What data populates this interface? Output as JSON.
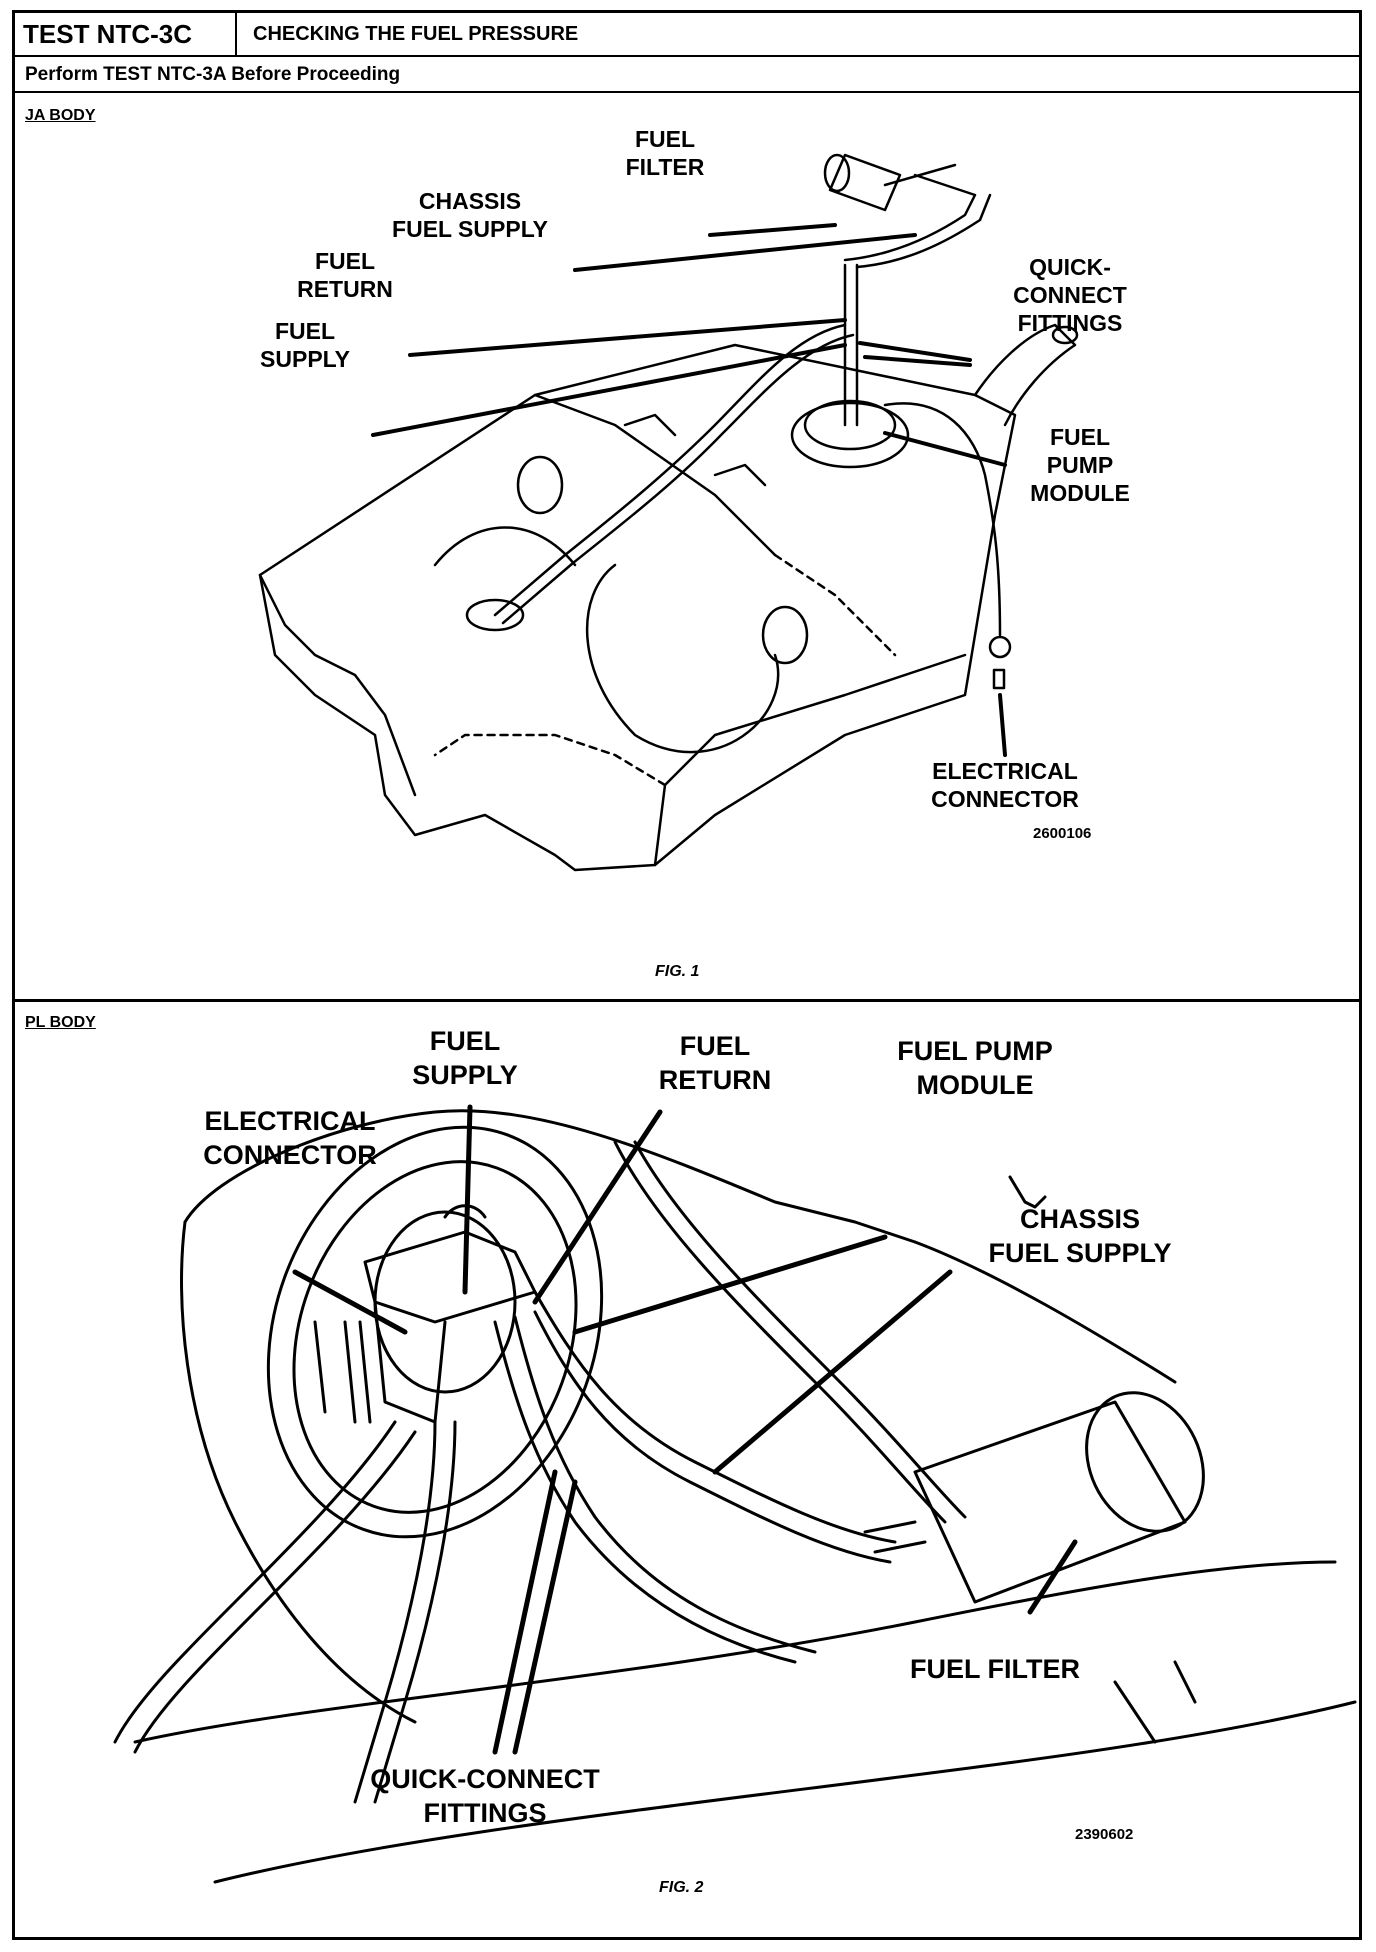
{
  "header": {
    "test_id": "TEST NTC-3C",
    "title": "CHECKING THE FUEL PRESSURE",
    "instruction": "Perform TEST NTC-3A Before Proceeding"
  },
  "figure1": {
    "body": "JA BODY",
    "caption": "FIG. 1",
    "doc_number": "2600106",
    "labels": {
      "fuel_filter": "FUEL\nFILTER",
      "chassis_fuel_supply": "CHASSIS\nFUEL SUPPLY",
      "fuel_return": "FUEL\nRETURN",
      "fuel_supply": "FUEL\nSUPPLY",
      "quick_connect": "QUICK-\nCONNECT\nFITTINGS",
      "fuel_pump_module": "FUEL\nPUMP\nMODULE",
      "electrical_connector": "ELECTRICAL\nCONNECTOR"
    }
  },
  "figure2": {
    "body": "PL BODY",
    "caption": "FIG. 2",
    "doc_number": "2390602",
    "labels": {
      "fuel_supply": "FUEL\nSUPPLY",
      "fuel_return": "FUEL\nRETURN",
      "fuel_pump_module": "FUEL PUMP\nMODULE",
      "electrical_connector": "ELECTRICAL\nCONNECTOR",
      "chassis_fuel_supply": "CHASSIS\nFUEL SUPPLY",
      "fuel_filter": "FUEL FILTER",
      "quick_connect": "QUICK-CONNECT\nFITTINGS"
    }
  }
}
